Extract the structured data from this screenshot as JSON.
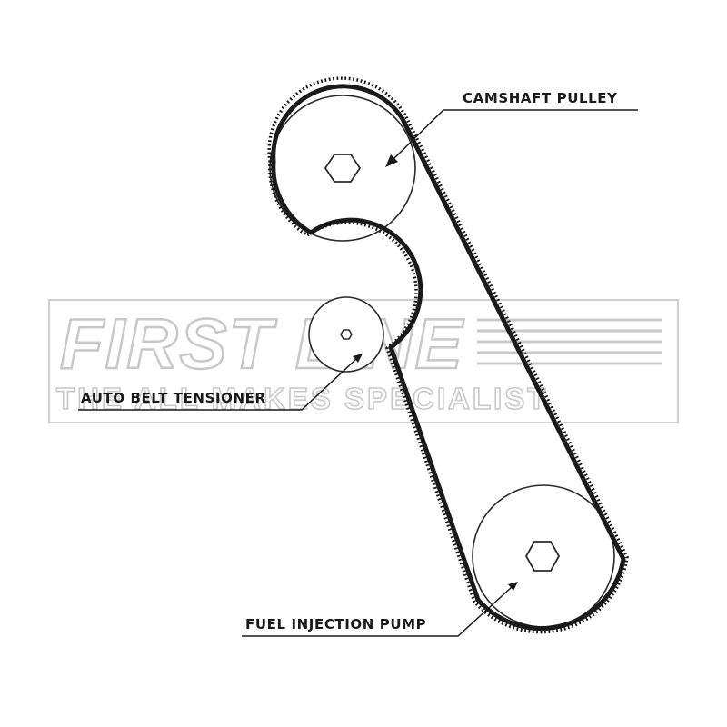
{
  "watermark": {
    "brand": "FIRST LINE",
    "tagline": "THE ALL MAKES SPECIALIST"
  },
  "labels": {
    "camshaft": "CAMSHAFT PULLEY",
    "tensioner": "AUTO BELT TENSIONER",
    "fuel_pump": "FUEL INJECTION PUMP"
  },
  "colors": {
    "belt": "#1a1a1a",
    "outline": "#2a2a2a",
    "watermark": "#c8c8c8"
  }
}
